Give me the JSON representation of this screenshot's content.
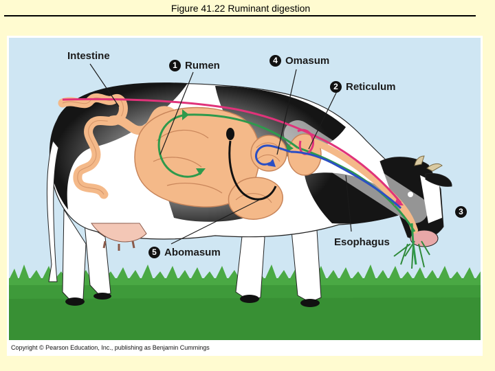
{
  "title": "Figure 41.22 Ruminant digestion",
  "labels": {
    "intestine": "Intestine",
    "rumen": {
      "num": "1",
      "text": "Rumen"
    },
    "reticulum": {
      "num": "2",
      "text": "Reticulum"
    },
    "mouth": {
      "num": "3"
    },
    "omasum": {
      "num": "4",
      "text": "Omasum"
    },
    "abomasum": {
      "num": "5",
      "text": "Abomasum"
    },
    "esophagus": "Esophagus"
  },
  "copyright": "Copyright © Pearson Education, Inc., publishing as Benjamin Cummings",
  "colors": {
    "sky": "#cfe6f3",
    "grass": "#3e9a3a",
    "cow_black": "#151515",
    "organ": "#f4b989",
    "path_green": "#2e9a4c",
    "path_pink": "#e0337a",
    "path_blue": "#2b4fc4"
  }
}
